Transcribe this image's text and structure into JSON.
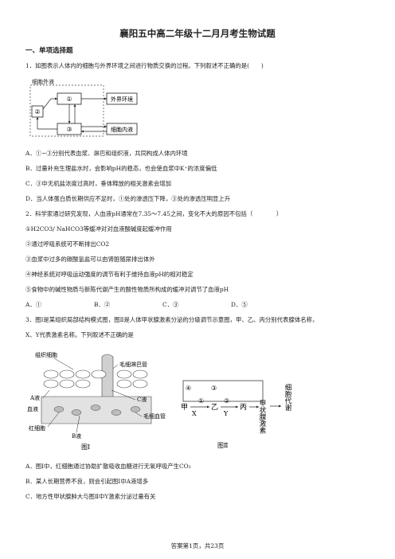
{
  "title": "襄阳五中高二年级十二月月考生物试题",
  "section": "一、单项选择题",
  "q1": {
    "stem": "1．如图表示人体内的细胞与外界环境之间进行物质交换的过程。下列叙述不正确的是(　　)",
    "fig": {
      "box_label": "细胞外液",
      "n1": "①",
      "n2": "②",
      "n3": "③",
      "outside": "外界环境",
      "inside": "细胞内液"
    },
    "A": "A．①~③分别代表血浆、淋巴和组织液，共同构成人体内环境",
    "B": "B．过量补充生理盐水时，会影响pH的稳态，也会使血浆中K⁺的浓度偏低",
    "C": "C．③中无机盐浓度过高时，垂体释放的相关激素会增加",
    "D": "D．当人体蛋白质长期供应不足时，①处的渗透压下降，③处的渗透压明显上升"
  },
  "q2": {
    "stem": "2．科学家通过研究发现，人血液pH通常在7.35～7.45之间，变化不大的原因不包括（　　　　）",
    "i1": "①H2CO3/ NaHCO3等缓冲对对血液酸碱度起缓冲作用",
    "i2": "②通过呼吸系统可不断排出CO2",
    "i3": "③血浆中过多的碳酸氢盐可以由肾脏随尿排出体外",
    "i4": "④神经系统对呼吸运动强度的调节有利于维持血液pH的相对稳定",
    "i5": "⑤食物中的碱性物质与新陈代谢产生的酸性物质所构成的缓冲对调节了血液pH",
    "A": "A．①",
    "B": "B．②",
    "C": "C．③",
    "D": "D．⑤"
  },
  "q3": {
    "stem1": "3．图Ⅰ是某组织局部结构模式图，图Ⅱ是人体甲状腺激素分泌的分级调节示意图，甲、乙、丙分别代表腺体名称，",
    "stem2": "X、Y代表激素名称。下列叙述不正确的是",
    "fig1": {
      "tissue": "组织细胞",
      "capl": "毛细淋巴管",
      "a": "A液",
      "blood": "血液",
      "c": "C液",
      "capb": "毛细血管",
      "rbc": "红细胞",
      "b": "B液",
      "caption": "图Ⅰ"
    },
    "fig2": {
      "n4": "④",
      "n3": "③",
      "n1": "①",
      "n2": "②",
      "jia": "甲",
      "yi": "乙",
      "bing": "丙",
      "x": "X",
      "y": "Y",
      "thyroid": "甲状腺激素",
      "metab": "细胞代谢",
      "caption": "图Ⅱ"
    },
    "A": "A．图Ⅰ中，红细胞通过协助扩散吸收血糖进行无氧呼吸产生CO₂",
    "B": "B．某人长期营养不良，则会引起图Ⅰ中A液增多",
    "C": "C．地方性甲状腺肿大与图Ⅱ中Y激素分泌过量有关"
  },
  "footer": "答案第1页，共23页"
}
